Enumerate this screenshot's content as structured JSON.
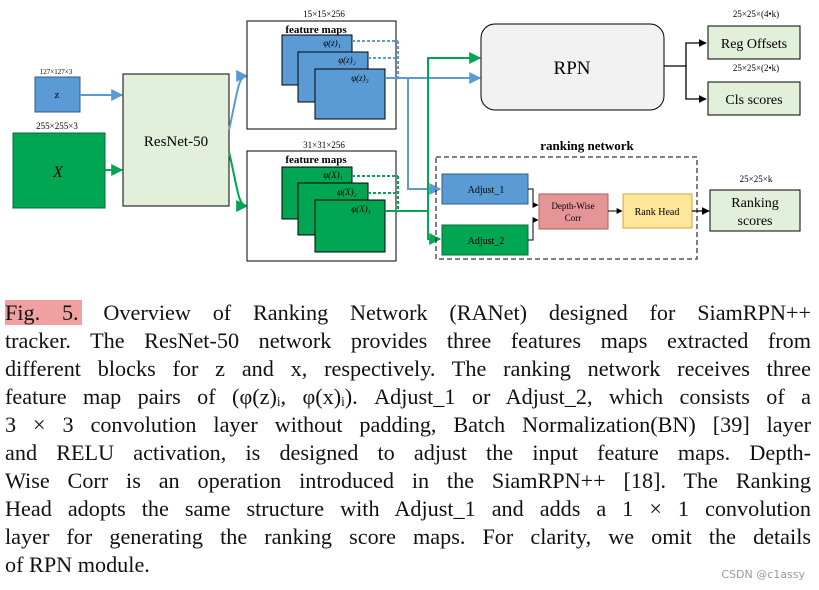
{
  "diagram": {
    "input_z": {
      "size": "127×127×3",
      "label": "z"
    },
    "input_x": {
      "size": "255×255×3",
      "label": "X"
    },
    "backbone": {
      "label": "ResNet-50"
    },
    "feat_z": {
      "size": "15×15×256",
      "title": "feature maps",
      "maps": [
        "φ(z)₁",
        "φ(z)₂",
        "φ(z)₃"
      ]
    },
    "feat_x": {
      "size": "31×31×256",
      "title": "feature maps",
      "maps": [
        "φ(X)₁",
        "φ(X)₂",
        "φ(X)₃"
      ]
    },
    "rpn": {
      "label": "RPN"
    },
    "reg": {
      "size": "25×25×(4•k)",
      "label": "Reg Offsets"
    },
    "cls": {
      "size": "25×25×(2•k)",
      "label": "Cls scores"
    },
    "ranking": {
      "title": "ranking network",
      "adjust1": "Adjust_1",
      "adjust2": "Adjust_2",
      "corr_line1": "Depth-Wise",
      "corr_line2": "Corr",
      "head": "Rank Head"
    },
    "scores": {
      "size": "25×25×k",
      "line1": "Ranking",
      "line2": "scores"
    }
  },
  "caption": {
    "fig_label": "Fig. 5.",
    "line1": "Overview of Ranking Network (RANet) designed for SiamRPN++",
    "line2": "tracker. The ResNet-50 network provides three features maps extracted from",
    "line3": "different blocks for z and x, respectively. The ranking network receives three",
    "line4": "feature map pairs of (φ(z)ᵢ, φ(x)ᵢ). Adjust_1 or Adjust_2, which consists of a",
    "line5": "3 × 3 convolution layer without padding, Batch Normalization(BN) [39] layer",
    "line6": "and RELU activation, is designed to adjust the input feature maps. Depth-",
    "line7": "Wise Corr is an operation introduced in the SiamRPN++ [18]. The Ranking",
    "line8": "Head adopts the same structure with Adjust_1 and adds a 1 × 1 convolution",
    "line9": "layer for generating the ranking score maps. For clarity, we omit the details",
    "line10": "of RPN module."
  },
  "watermark": "CSDN @c1assy",
  "colors": {
    "blue": "#5b9bd5",
    "green": "#00a651",
    "backbone_fill": "#e2efda",
    "rpn_fill": "#f2f2f2",
    "corr_fill": "#e59595",
    "head_fill": "#ffe699",
    "output_fill": "#e2efda",
    "highlight": "#f0a0a0"
  }
}
